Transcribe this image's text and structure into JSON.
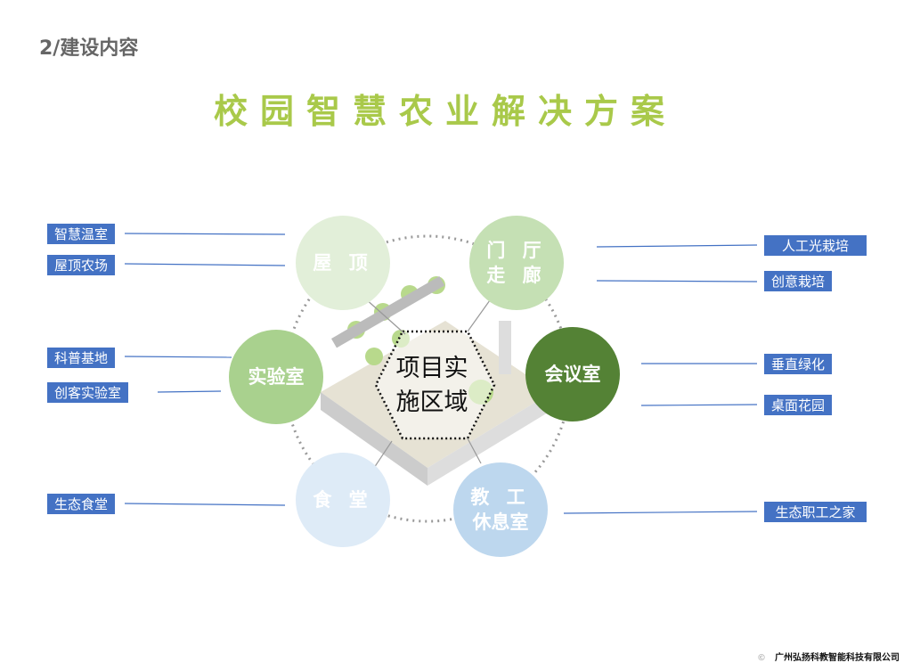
{
  "section": "2/建设内容",
  "title": "校园智慧农业解决方案",
  "center": {
    "line1": "项目实",
    "line2": "施区域"
  },
  "areas": {
    "roof": "屋 顶",
    "lobby1": "门 厅",
    "lobby2": "走 廊",
    "lab": "实验室",
    "meeting": "会议室",
    "canteen": "食 堂",
    "staff1": "教 工",
    "staff2": "休息室"
  },
  "left_tags": [
    "智慧温室",
    "屋顶农场",
    "科普基地",
    "创客实验室",
    "生态食堂"
  ],
  "right_tags": [
    "人工光栽培",
    "创意栽培",
    "垂直绿化",
    "桌面花园",
    "生态职工之家"
  ],
  "footer": {
    "symbol": "©",
    "company": "广州弘扬科教智能科技有限公司"
  },
  "colors": {
    "title": "#a9c94a",
    "tag": "#4472c4",
    "meeting": "#548235"
  }
}
